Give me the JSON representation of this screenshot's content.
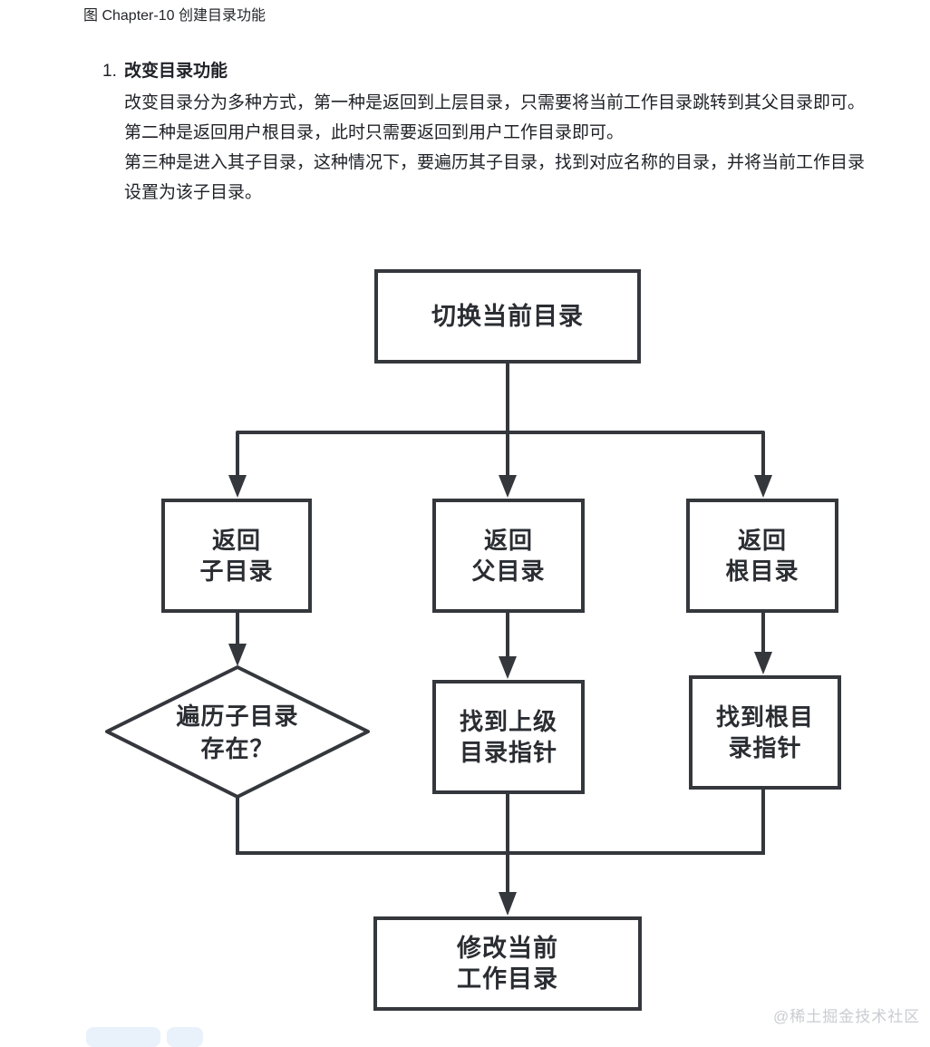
{
  "page": {
    "caption": "图 Chapter-10 创建目录功能",
    "list": {
      "number": "1.",
      "title": "改变目录功能",
      "paragraphs": [
        "改变目录分为多种方式，第一种是返回到上层目录，只需要将当前工作目录跳转到其父目录即可。",
        "第二种是返回用户根目录，此时只需要返回到用户工作目录即可。",
        "第三种是进入其子目录，这种情况下，要遍历其子目录，找到对应名称的目录，并将当前工作目录设置为该子目录。"
      ]
    },
    "watermark": "@稀土掘金技术社区"
  },
  "flowchart": {
    "nodes": {
      "start": "切换当前目录",
      "return_sub": "返回\n子目录",
      "return_parent": "返回\n父目录",
      "return_root": "返回\n根目录",
      "decision": "遍历子目录\n存在？",
      "find_parent": "找到上级\n目录指针",
      "find_root": "找到根目\n录指针",
      "end": "修改当前\n工作目录"
    },
    "colors": {
      "stroke": "#34373c",
      "node_text": "#2a2d32",
      "background": "#ffffff"
    }
  }
}
